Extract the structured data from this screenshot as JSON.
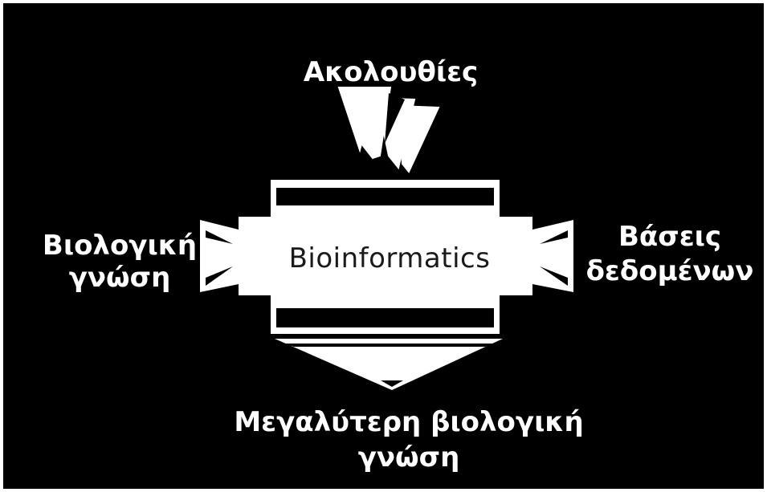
{
  "labels": {
    "sequences": "Ακολουθίες",
    "bio_knowledge_line1": "Βιολογική",
    "bio_knowledge_line2": "γνώση",
    "databases_line1": "Βάσεις",
    "databases_line2": "δεδομένων",
    "output_line1": "Μεγαλύτερη βιολογική",
    "output_line2": "γνώση"
  },
  "center_box": {
    "text": "Bioinformatics"
  },
  "colors": {
    "background": "#000000",
    "foreground": "#ffffff",
    "box_text": "#1a1a1a"
  }
}
